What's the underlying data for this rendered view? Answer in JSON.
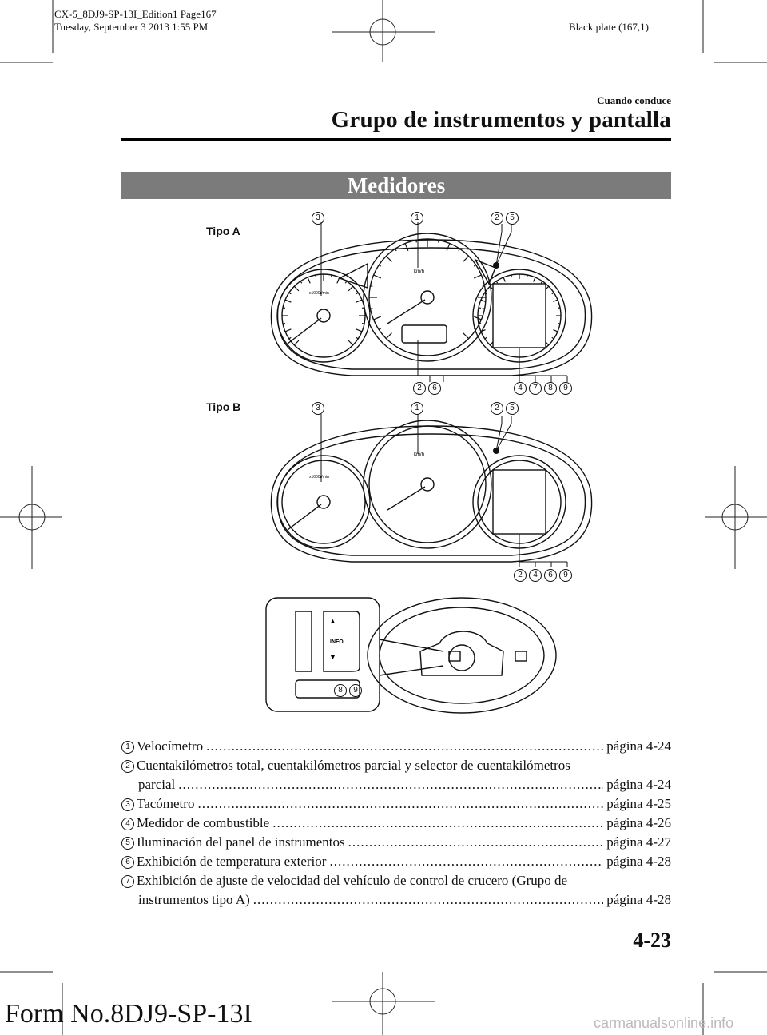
{
  "header": {
    "doc_id": "CX-5_8DJ9-SP-13I_Edition1 Page167",
    "date": "Tuesday, September 3 2013 1:55 PM",
    "plate": "Black plate (167,1)"
  },
  "section": {
    "small": "Cuando conduce",
    "title": "Grupo de instrumentos y pantalla"
  },
  "banner": "Medidores",
  "figures": {
    "tipo_a": "Tipo A",
    "tipo_b": "Tipo B",
    "cluster_speed_unit": "km/h",
    "cluster_rpm_unit": "x1000r/min",
    "info_button": "INFO",
    "callouts_a_top": [
      "3",
      "1",
      "2",
      "5"
    ],
    "callouts_a_bottom_left": [
      "2",
      "6"
    ],
    "callouts_a_bottom_right": [
      "4",
      "7",
      "8",
      "9"
    ],
    "callouts_b_top": [
      "3",
      "1",
      "2",
      "5"
    ],
    "callouts_b_bottom": [
      "2",
      "4",
      "6",
      "9"
    ],
    "callouts_wheel": [
      "8",
      "9"
    ]
  },
  "items": [
    {
      "n": "1",
      "text": "Velocímetro",
      "page": "página 4-24"
    },
    {
      "n": "2",
      "text": "Cuentakilómetros total, cuentakilómetros parcial y selector de cuentakilómetros",
      "cont": "parcial",
      "page": "página 4-24"
    },
    {
      "n": "3",
      "text": "Tacómetro",
      "page": "página 4-25"
    },
    {
      "n": "4",
      "text": "Medidor de combustible",
      "page": "página 4-26"
    },
    {
      "n": "5",
      "text": "Iluminación del panel de instrumentos",
      "page": "página 4-27"
    },
    {
      "n": "6",
      "text": "Exhibición de temperatura exterior",
      "page": "página 4-28"
    },
    {
      "n": "7",
      "text": "Exhibición de ajuste de velocidad del vehículo de control de crucero (Grupo de",
      "cont": "instrumentos tipo A)",
      "page": "página 4-28"
    }
  ],
  "footer": {
    "page_number": "4-23",
    "form": "Form No.8DJ9-SP-13I",
    "watermark": "carmanualsonline.info"
  }
}
